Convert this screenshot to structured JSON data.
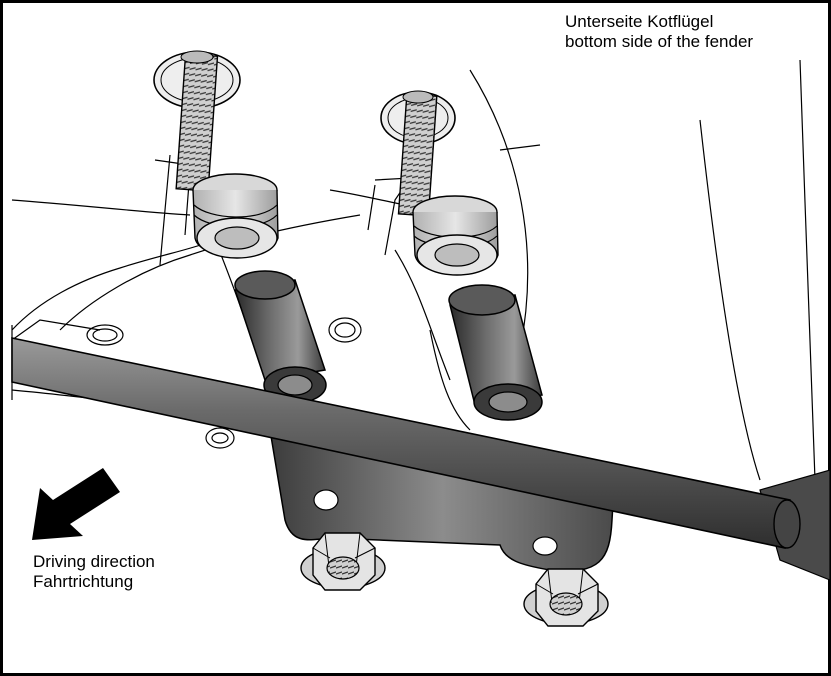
{
  "labels": {
    "top_line1": "Unterseite Kotflügel",
    "top_line2": "bottom side of the fender",
    "direction_line1": "Driving direction",
    "direction_line2": "Fahrtrichtung"
  },
  "colors": {
    "outline": "#000000",
    "part_dark": "#4d4d4d",
    "part_mid": "#8a8a8a",
    "part_light": "#d9d9d9",
    "background": "#ffffff"
  },
  "icons": {
    "arrow": "driving-direction-arrow-icon"
  }
}
